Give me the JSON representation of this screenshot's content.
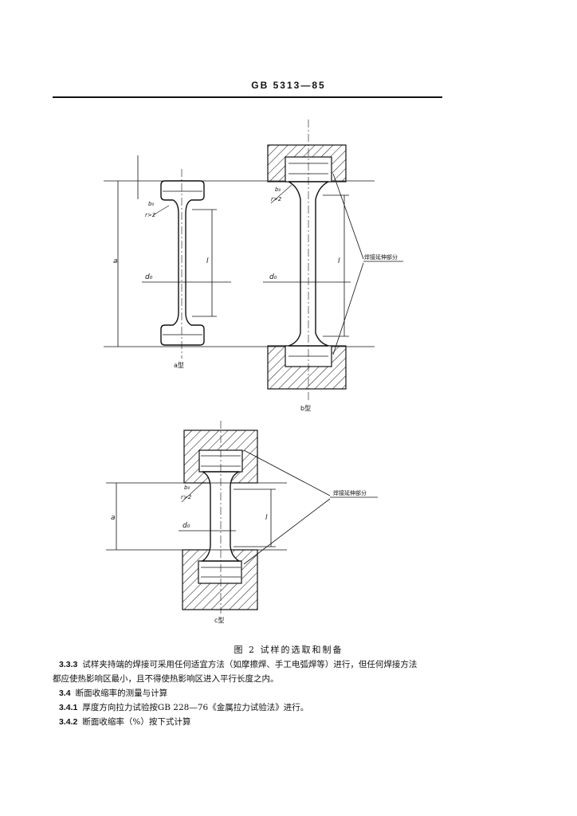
{
  "header": {
    "standard_code": "GB 5313—85"
  },
  "figure": {
    "labels": {
      "a_type": "a型",
      "b_type": "b型",
      "c_type": "c型",
      "weld_label_1": "焊接延伸部分",
      "weld_label_2": "焊接延伸部分",
      "dim_a": "a",
      "dim_l": "l",
      "dim_d0": "d₀",
      "dim_b0": "b₀",
      "dim_r": "r>2"
    },
    "caption": "图 2  试样的选取和制备"
  },
  "text": {
    "p333_num": "3.3.3",
    "p333_line1": "试样夹持端的焊接可采用任何适宜方法（如摩擦焊、手工电弧焊等）进行，但任何焊接方法",
    "p333_line2": "都应使热影响区最小，且不得使热影响区进入平行长度之内。",
    "p34_num": "3.4",
    "p34": "断面收缩率的测量与计算",
    "p341_num": "3.4.1",
    "p341": "厚度方向拉力试验按GB 228—76《金属拉力试验法》进行。",
    "p342_num": "3.4.2",
    "p342": "断面收缩率（%）按下式计算"
  }
}
